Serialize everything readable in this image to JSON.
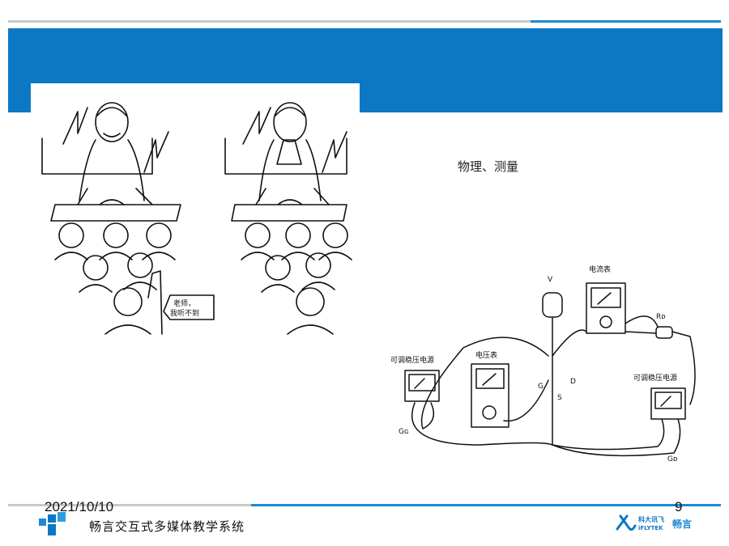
{
  "caption": "物理、测量",
  "cartoon": {
    "speech_bubble_line1": "老师，",
    "speech_bubble_line2": "我听不到"
  },
  "circuit": {
    "label_v": "V",
    "label_ammeter": "电流表",
    "label_rd": "Rᴅ",
    "label_source_left": "可调稳压电源",
    "label_voltmeter": "电压表",
    "label_source_right": "可调稳压电源",
    "label_g": "G",
    "label_d": "D",
    "label_s": "S",
    "label_gg": "Gɢ",
    "label_gd": "Gᴅ"
  },
  "footer": {
    "date": "2021/10/10",
    "page_number": "9",
    "system_name": "畅言交互式多媒体教学系统",
    "brand_cn": "科大讯飞",
    "brand_en": "iFLYTEK",
    "brand_product": "畅言"
  },
  "colors": {
    "title_band": "#0c78c4",
    "accent_line": "#1b8ad6",
    "divider": "#c8c8c8"
  }
}
